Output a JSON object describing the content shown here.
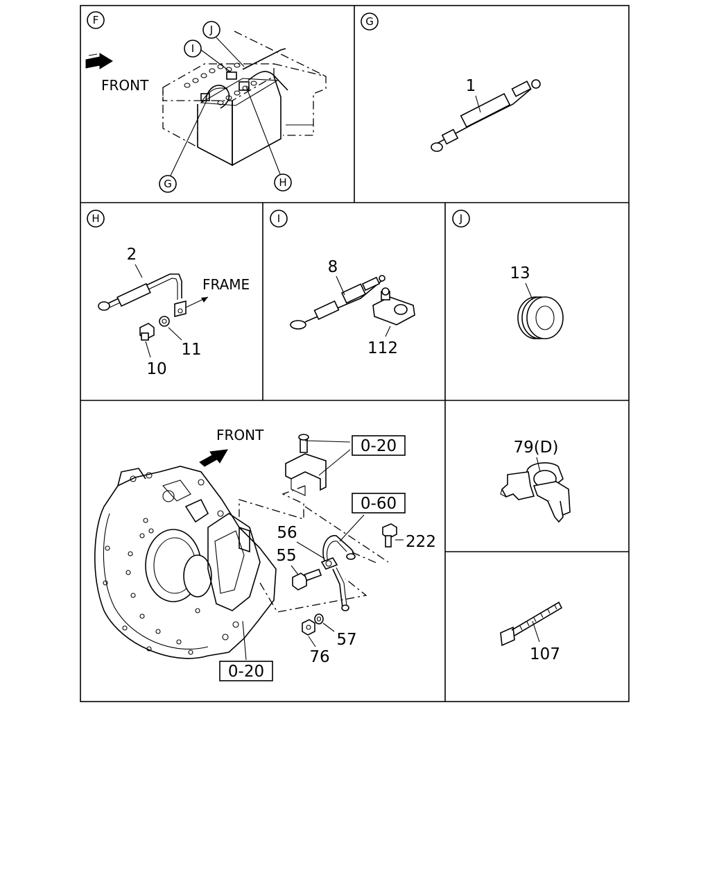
{
  "panels": {
    "F": {
      "id": "F",
      "front": "FRONT",
      "callouts": [
        "J",
        "I",
        "G",
        "H"
      ]
    },
    "G": {
      "id": "G",
      "parts": [
        "1"
      ]
    },
    "H": {
      "id": "H",
      "parts": [
        "2",
        "11",
        "10"
      ],
      "frame": "FRAME"
    },
    "I": {
      "id": "I",
      "parts": [
        "8",
        "112"
      ]
    },
    "J": {
      "id": "J",
      "parts": [
        "13"
      ]
    },
    "main": {
      "front": "FRONT",
      "refs": [
        "0-20",
        "0-60",
        "0-20"
      ],
      "parts": [
        "56",
        "55",
        "222",
        "57",
        "76"
      ]
    },
    "D": {
      "parts": [
        "79(D)"
      ]
    },
    "tie": {
      "parts": [
        "107"
      ]
    }
  }
}
